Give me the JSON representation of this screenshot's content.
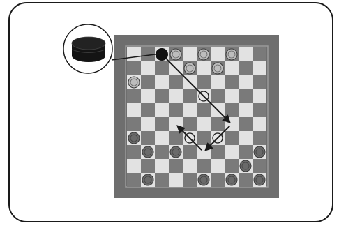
{
  "board": {
    "rows": 10,
    "cols": 10,
    "light_square_color": "#e2e2e2",
    "dark_square_color": "#7a7a7a",
    "frame_color": "#6e6e6e"
  },
  "pieces": [
    {
      "row": 0,
      "col": 3,
      "color": "#bdbdbd"
    },
    {
      "row": 0,
      "col": 5,
      "color": "#bdbdbd"
    },
    {
      "row": 0,
      "col": 7,
      "color": "#bdbdbd"
    },
    {
      "row": 1,
      "col": 4,
      "color": "#bdbdbd"
    },
    {
      "row": 1,
      "col": 6,
      "color": "#bdbdbd"
    },
    {
      "row": 2,
      "col": 0,
      "color": "#bdbdbd"
    },
    {
      "row": 6,
      "col": 0,
      "color": "#6a6a6a"
    },
    {
      "row": 7,
      "col": 1,
      "color": "#6a6a6a"
    },
    {
      "row": 7,
      "col": 3,
      "color": "#6a6a6a"
    },
    {
      "row": 7,
      "col": 9,
      "color": "#6a6a6a"
    },
    {
      "row": 8,
      "col": 8,
      "color": "#6a6a6a"
    },
    {
      "row": 9,
      "col": 1,
      "color": "#6a6a6a"
    },
    {
      "row": 9,
      "col": 5,
      "color": "#6a6a6a"
    },
    {
      "row": 9,
      "col": 7,
      "color": "#6a6a6a"
    },
    {
      "row": 9,
      "col": 9,
      "color": "#6a6a6a"
    }
  ],
  "king_piece": {
    "row": 0,
    "col": 2,
    "color": "#111111"
  },
  "captured_markers": [
    {
      "row": 3,
      "col": 5
    },
    {
      "row": 6,
      "col": 4
    },
    {
      "row": 6,
      "col": 6
    }
  ],
  "move_path": [
    {
      "row": 0,
      "col": 2
    },
    {
      "row": 5,
      "col": 7
    },
    {
      "row": 7,
      "col": 5
    },
    {
      "row": 5,
      "col": 3
    }
  ],
  "callout": {
    "description": "king-stack",
    "fill": "#141414"
  }
}
